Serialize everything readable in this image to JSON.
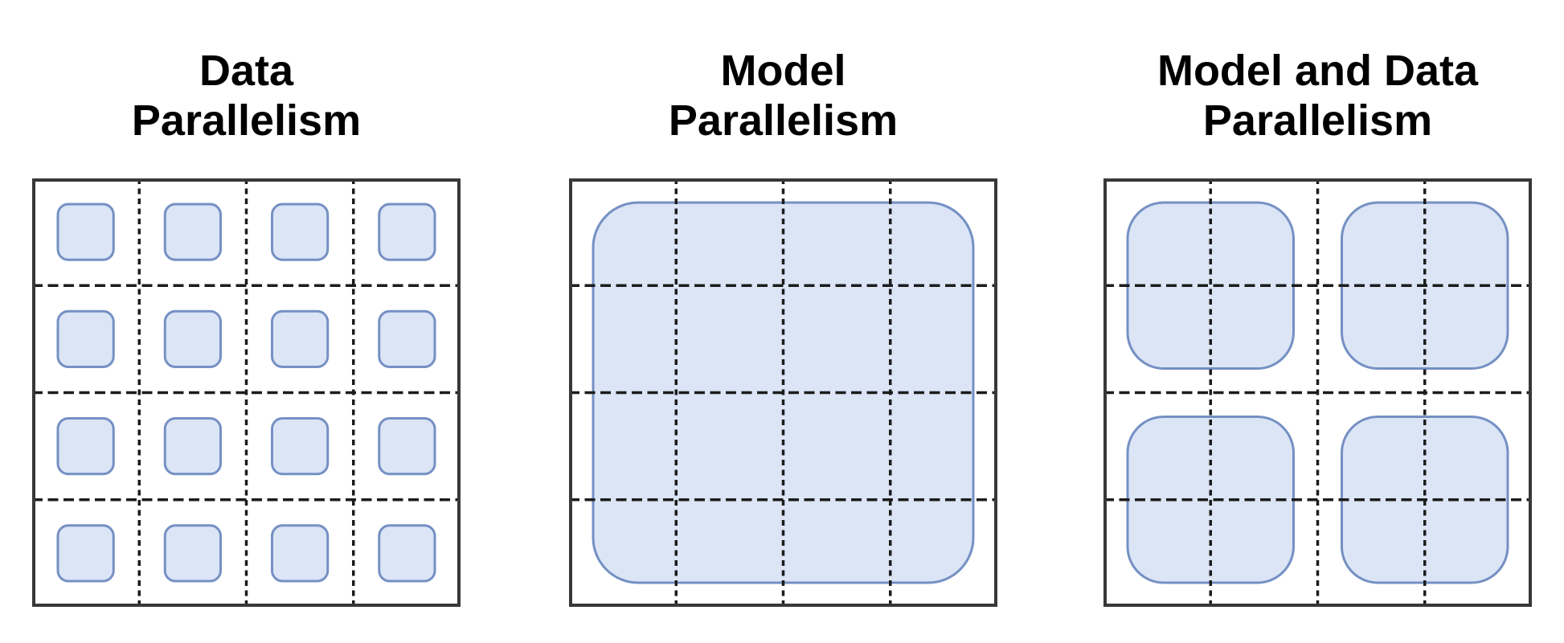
{
  "figure": {
    "description": "Three device grids comparing parallelism strategies",
    "colors": {
      "block_fill": "#dbe5f6",
      "block_stroke": "#7590c3",
      "grid_dash": "#1c1c1c",
      "box_border": "#383838",
      "title": "#000000",
      "background": "#ffffff"
    },
    "panels": [
      {
        "id": "data-parallelism",
        "title_lines": [
          "Data",
          "Parallelism"
        ],
        "grid_rows": 4,
        "grid_cols": 4,
        "block_rows": 4,
        "block_cols": 4,
        "block_count": 16,
        "block_coverage": "one small rounded block inside each grid cell"
      },
      {
        "id": "model-parallelism",
        "title_lines": [
          "Model",
          "Parallelism"
        ],
        "grid_rows": 4,
        "grid_cols": 4,
        "block_rows": 1,
        "block_cols": 1,
        "block_count": 1,
        "block_coverage": "one large rounded block spanning all 4x4 grid cells"
      },
      {
        "id": "model-and-data-parallelism",
        "title_lines": [
          "Model and Data",
          "Parallelism"
        ],
        "grid_rows": 4,
        "grid_cols": 4,
        "block_rows": 2,
        "block_cols": 2,
        "block_count": 4,
        "block_coverage": "one medium rounded block per 2x2 quadrant of grid cells"
      }
    ]
  }
}
